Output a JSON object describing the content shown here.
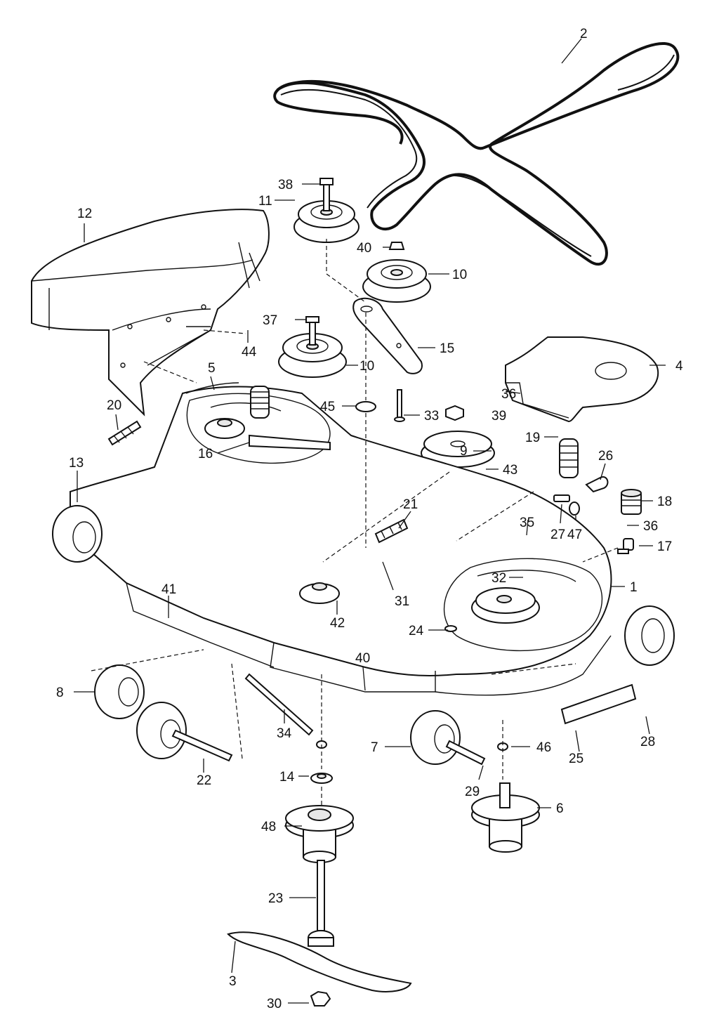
{
  "diagram": {
    "callouts": [
      {
        "id": "c1",
        "text": "1"
      },
      {
        "id": "c2",
        "text": "2"
      },
      {
        "id": "c3",
        "text": "3"
      },
      {
        "id": "c4",
        "text": "4"
      },
      {
        "id": "c5",
        "text": "5"
      },
      {
        "id": "c6",
        "text": "6"
      },
      {
        "id": "c7",
        "text": "7"
      },
      {
        "id": "c8",
        "text": "8"
      },
      {
        "id": "c9",
        "text": "9"
      },
      {
        "id": "c10a",
        "text": "10"
      },
      {
        "id": "c10b",
        "text": "10"
      },
      {
        "id": "c11",
        "text": "11"
      },
      {
        "id": "c12",
        "text": "12"
      },
      {
        "id": "c13",
        "text": "13"
      },
      {
        "id": "c14",
        "text": "14"
      },
      {
        "id": "c15",
        "text": "15"
      },
      {
        "id": "c16",
        "text": "16"
      },
      {
        "id": "c17",
        "text": "17"
      },
      {
        "id": "c18",
        "text": "18"
      },
      {
        "id": "c19",
        "text": "19"
      },
      {
        "id": "c20",
        "text": "20"
      },
      {
        "id": "c21",
        "text": "21"
      },
      {
        "id": "c22",
        "text": "22"
      },
      {
        "id": "c23",
        "text": "23"
      },
      {
        "id": "c24",
        "text": "24"
      },
      {
        "id": "c25",
        "text": "25"
      },
      {
        "id": "c26",
        "text": "26"
      },
      {
        "id": "c27",
        "text": "27"
      },
      {
        "id": "c28",
        "text": "28"
      },
      {
        "id": "c29",
        "text": "29"
      },
      {
        "id": "c30",
        "text": "30"
      },
      {
        "id": "c31",
        "text": "31"
      },
      {
        "id": "c32",
        "text": "32"
      },
      {
        "id": "c33",
        "text": "33"
      },
      {
        "id": "c34",
        "text": "34"
      },
      {
        "id": "c35",
        "text": "35"
      },
      {
        "id": "c36a",
        "text": "36"
      },
      {
        "id": "c36b",
        "text": "36"
      },
      {
        "id": "c37",
        "text": "37"
      },
      {
        "id": "c38",
        "text": "38"
      },
      {
        "id": "c39",
        "text": "39"
      },
      {
        "id": "c40a",
        "text": "40"
      },
      {
        "id": "c40b",
        "text": "40"
      },
      {
        "id": "c41",
        "text": "41"
      },
      {
        "id": "c42",
        "text": "42"
      },
      {
        "id": "c43",
        "text": "43"
      },
      {
        "id": "c44",
        "text": "44"
      },
      {
        "id": "c45",
        "text": "45"
      },
      {
        "id": "c46",
        "text": "46"
      },
      {
        "id": "c47",
        "text": "47"
      },
      {
        "id": "c48",
        "text": "48"
      }
    ]
  }
}
